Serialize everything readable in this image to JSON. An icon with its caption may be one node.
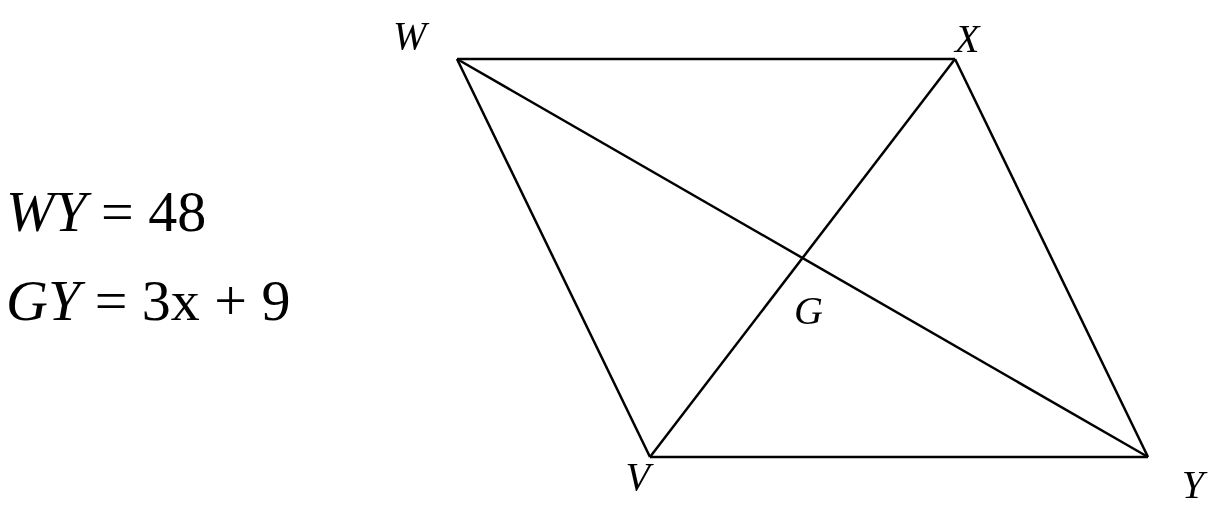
{
  "diagram": {
    "nodes": [
      {
        "text": [
          "W"
        ]
      },
      {
        "text": [
          "X"
        ]
      },
      {
        "text": [
          "Y"
        ]
      },
      {
        "text": [
          "V"
        ]
      }
    ],
    "edges": [
      {
        "from": 0,
        "to": 1,
        "arrow": "none"
      },
      {
        "from": 1,
        "to": 2,
        "arrow": "none"
      },
      {
        "from": 3,
        "to": 2,
        "arrow": "none"
      },
      {
        "from": 0,
        "to": 3,
        "arrow": "none"
      },
      {
        "from": 0,
        "to": 2,
        "arrow": "none"
      },
      {
        "from": 1,
        "to": 3,
        "arrow": "none"
      }
    ],
    "labels": [
      "*WY* = 48",
      "*GY* = 3x + 9",
      "G"
    ]
  }
}
